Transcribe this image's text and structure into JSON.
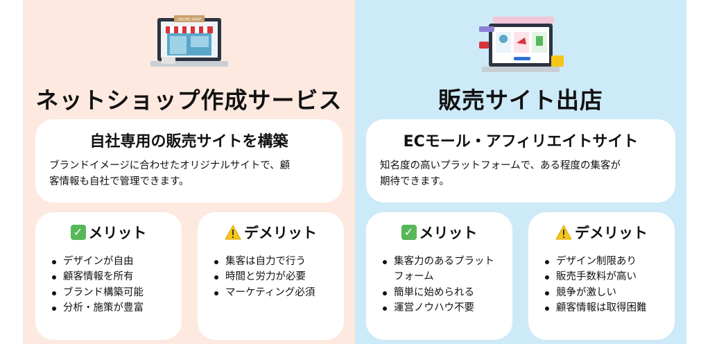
{
  "left": {
    "title": "ネットショップ作成サービス",
    "illustration_sign": "ONLINE SHOP",
    "hero": {
      "title": "自社専用の販売サイトを構築",
      "desc_line1": "ブランドイメージに合わせたオリジナルサイトで、顧",
      "desc_line2": "客情報も自社で管理できます。"
    },
    "merit": {
      "title": "メリット",
      "items": [
        "デザインが自由",
        "顧客情報を所有",
        "ブランド構築可能",
        "分析・施策が豊富"
      ]
    },
    "demerit": {
      "title": "デメリット",
      "items": [
        "集客は自力で行う",
        "時間と労力が必要",
        "マーケティング必須"
      ]
    }
  },
  "right": {
    "title": "販売サイト出店",
    "hero": {
      "title": "ECモール・アフィリエイトサイト",
      "desc_line1": "知名度の高いプラットフォームで、ある程度の集客が",
      "desc_line2": "期待できます。"
    },
    "merit": {
      "title": "メリット",
      "items": [
        "集客力のあるプラット",
        "簡単に始められる",
        "運営ノウハウ不要"
      ],
      "item0_line2": "フォーム"
    },
    "demerit": {
      "title": "デメリット",
      "items": [
        "デザイン制限あり",
        "販売手数料が高い",
        "競争が激しい",
        "顧客情報は取得困難"
      ]
    }
  },
  "colors": {
    "left_bg": "#fde9e0",
    "right_bg": "#cdeaf8",
    "check_green": "#57b85a",
    "warn_yellow": "#f5c518"
  },
  "icons": [
    "laptop-shop-illustration",
    "laptop-ecommerce-illustration",
    "check-icon",
    "warning-icon"
  ]
}
